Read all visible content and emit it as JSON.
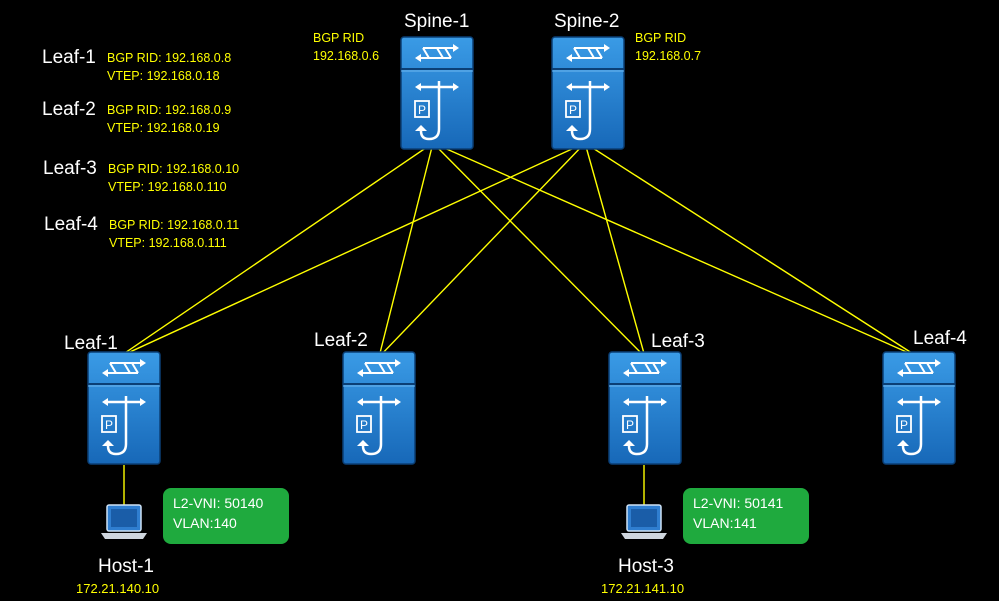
{
  "colors": {
    "background": "#000000",
    "link": "#ffff00",
    "device": "#1e7fd0",
    "vni_box": "#1faa3e"
  },
  "spines": [
    {
      "name": "Spine-1",
      "bgp_rid_label": "BGP RID",
      "bgp_rid": "192.168.0.6"
    },
    {
      "name": "Spine-2",
      "bgp_rid_label": "BGP RID",
      "bgp_rid": "192.168.0.7"
    }
  ],
  "leaf_info": [
    {
      "name": "Leaf-1",
      "bgp_rid": "BGP RID: 192.168.0.8",
      "vtep": "VTEP: 192.168.0.18"
    },
    {
      "name": "Leaf-2",
      "bgp_rid": "BGP RID: 192.168.0.9",
      "vtep": "VTEP: 192.168.0.19"
    },
    {
      "name": "Leaf-3",
      "bgp_rid": "BGP RID: 192.168.0.10",
      "vtep": "VTEP: 192.168.0.110"
    },
    {
      "name": "Leaf-4",
      "bgp_rid": "BGP RID: 192.168.0.11",
      "vtep": "VTEP: 192.168.0.111"
    }
  ],
  "leaves": [
    "Leaf-1",
    "Leaf-2",
    "Leaf-3",
    "Leaf-4"
  ],
  "hosts": [
    {
      "name": "Host-1",
      "ip": "172.21.140.10",
      "vni": "L2-VNI: 50140",
      "vlan": "VLAN:140"
    },
    {
      "name": "Host-3",
      "ip": "172.21.141.10",
      "vni": "L2-VNI: 50141",
      "vlan": "VLAN:141"
    }
  ]
}
